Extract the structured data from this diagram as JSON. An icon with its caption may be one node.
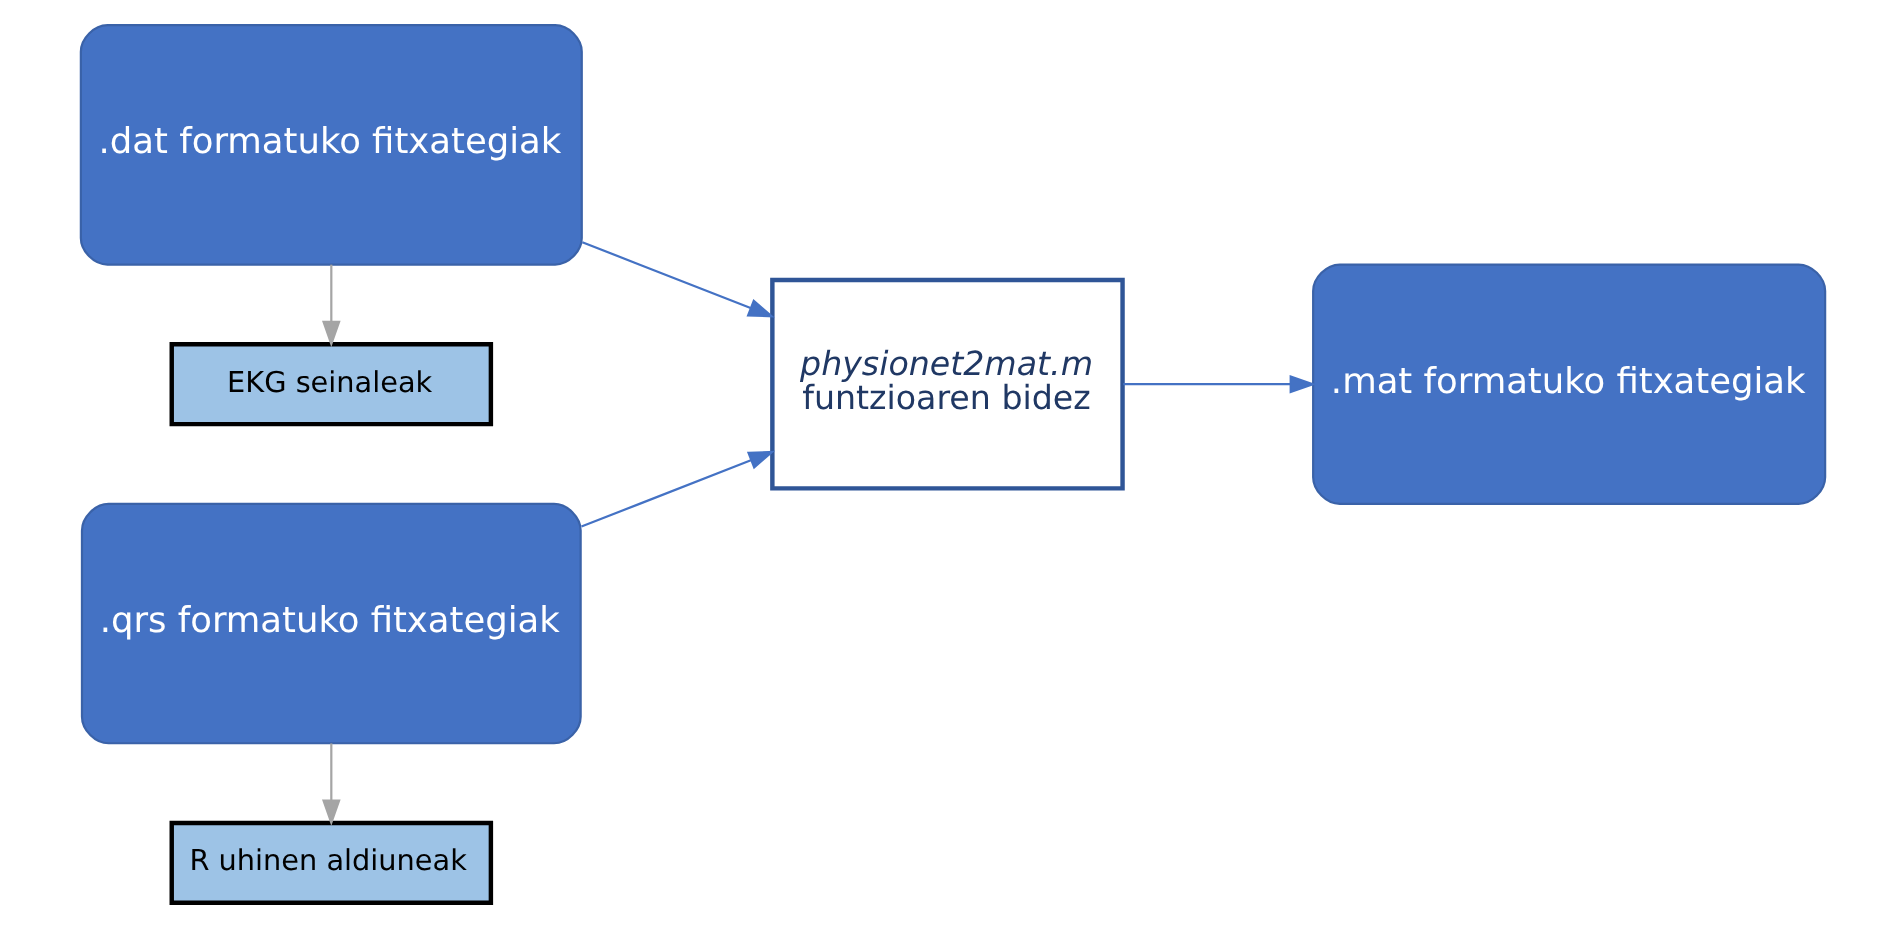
{
  "diagram": {
    "nodes": [
      {
        "text": [
          ".dat formatuko fitxategiak"
        ]
      },
      {
        "text": [
          "EKG seinaleak"
        ]
      },
      {
        "text": [
          ".qrs formatuko fitxategiak"
        ]
      },
      {
        "text": [
          "R uhinen aldiuneak"
        ]
      },
      {
        "text": [
          "physionet2mat.m",
          "funtzioaren bidez"
        ]
      },
      {
        "text": [
          ".mat formatuko fitxategiak"
        ]
      }
    ],
    "edges": [
      {
        "from": 0,
        "to": 1,
        "arrow": "to",
        "color": "#a5a5a5"
      },
      {
        "from": 2,
        "to": 3,
        "arrow": "to",
        "color": "#a5a5a5"
      },
      {
        "from": 0,
        "to": 4,
        "arrow": "to"
      },
      {
        "from": 2,
        "to": 4,
        "arrow": "to"
      },
      {
        "from": 4,
        "to": 5,
        "arrow": "to"
      }
    ]
  }
}
